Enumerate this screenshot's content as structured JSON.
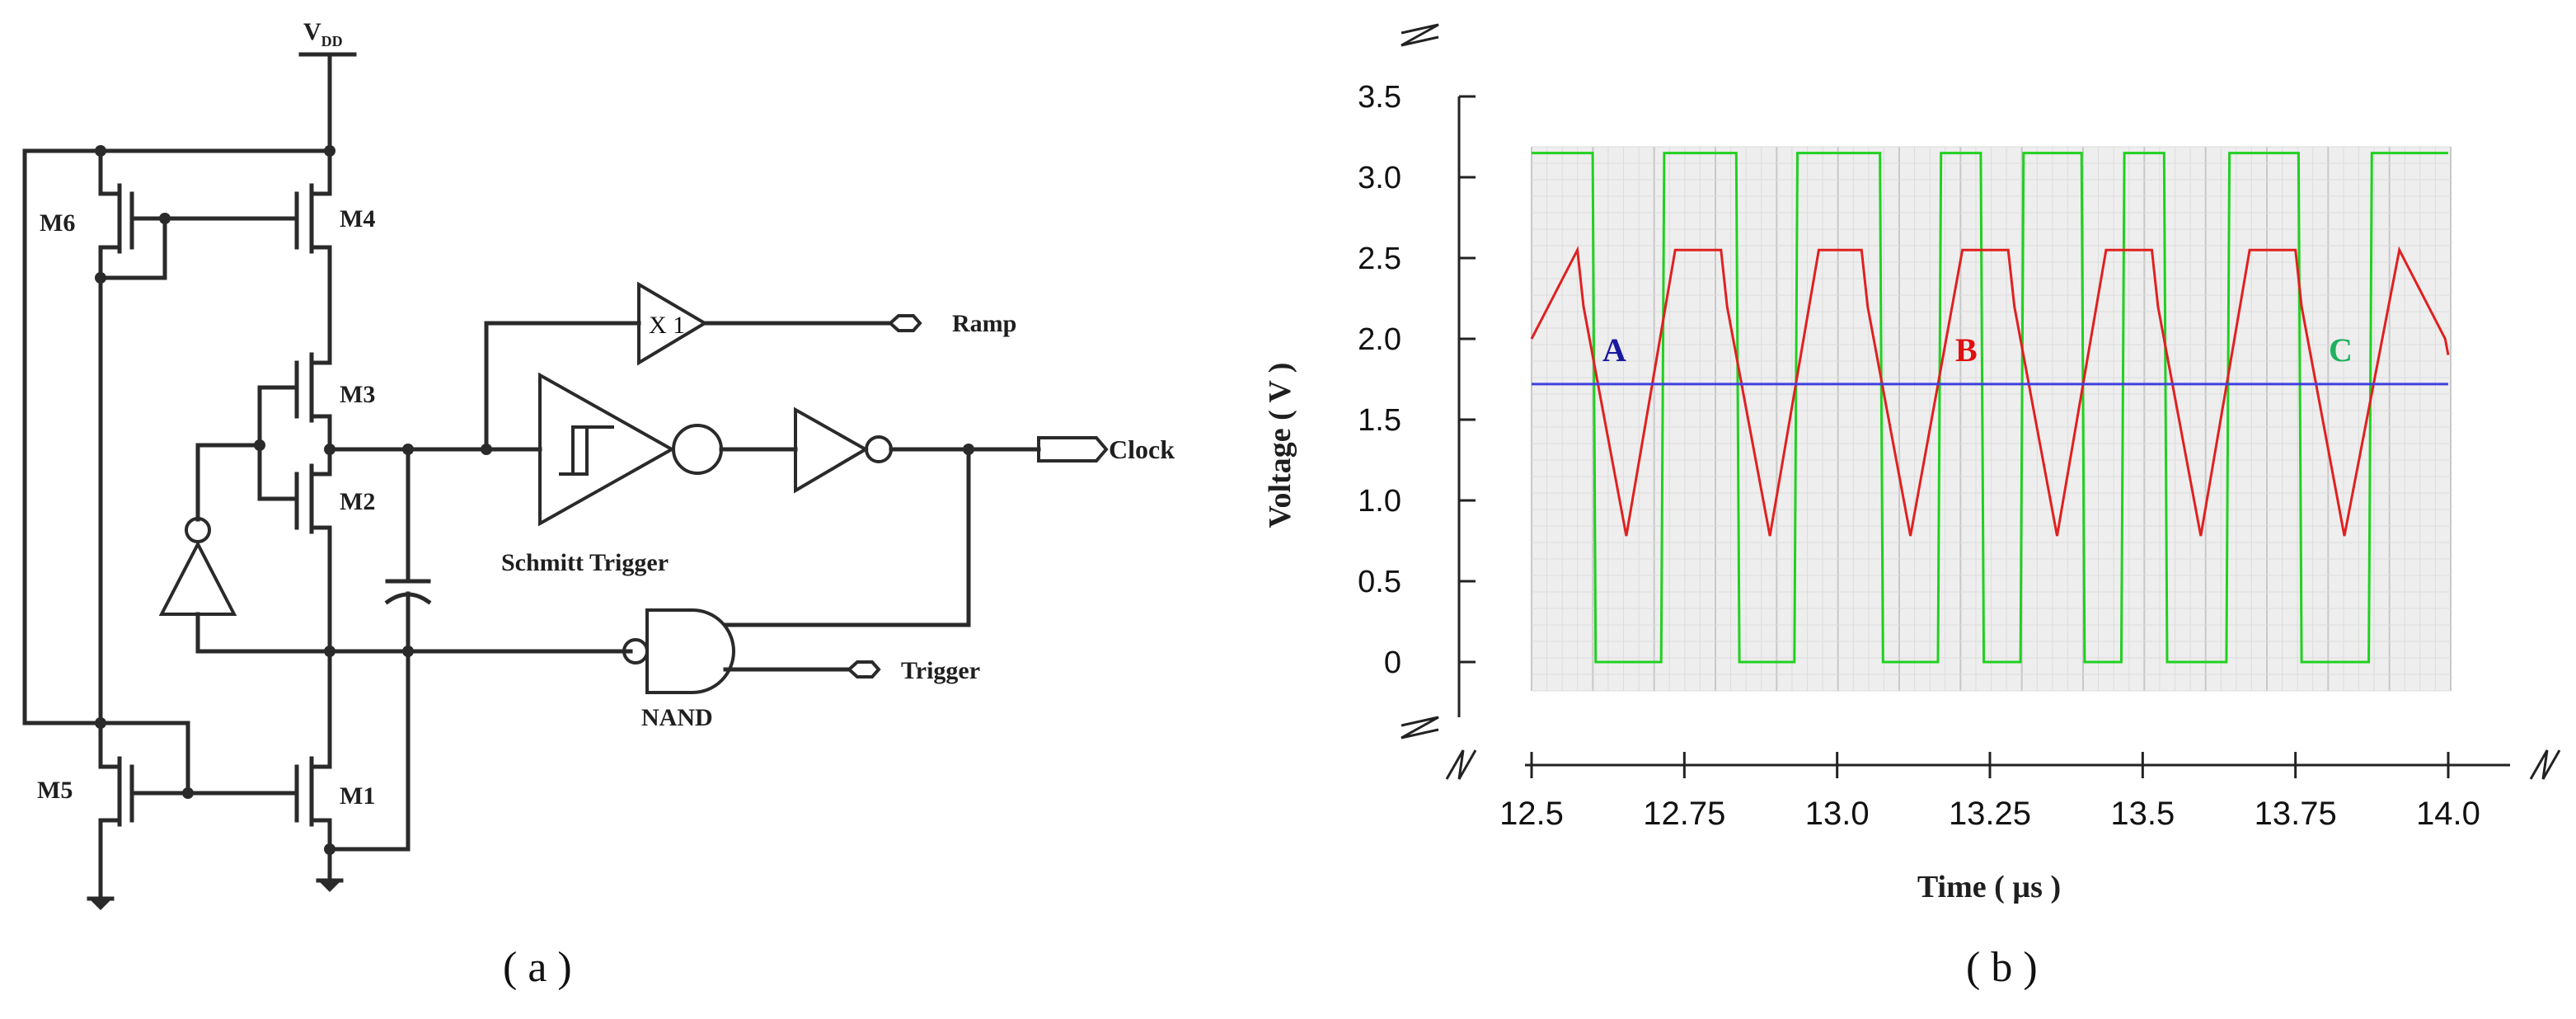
{
  "circuit": {
    "vdd_label": "V",
    "vdd_sub": "DD",
    "transistors": [
      "M6",
      "M4",
      "M3",
      "M2",
      "M5",
      "M1"
    ],
    "ramp_label": "Ramp",
    "clock_label": "Clock",
    "trigger_label": "Trigger",
    "schmitt_label": "Schmitt Trigger",
    "nand_label": "NAND",
    "buffer_symbol": "X 1",
    "caption": "( a )"
  },
  "plot": {
    "caption": "( b )",
    "marker_labels": [
      "A",
      "B",
      "C"
    ],
    "marker_colors": [
      "#1a1aa0",
      "#e01010",
      "#20b060"
    ]
  },
  "chart_data": {
    "type": "line",
    "xlabel": "Time ( µs )",
    "ylabel": "Voltage ( V )",
    "xlim": [
      12.5,
      14.0
    ],
    "ylim": [
      0,
      3.5
    ],
    "x_ticks": [
      "12.5",
      "12.75",
      "13.0",
      "13.25",
      "13.5",
      "13.75",
      "14.0"
    ],
    "x_tick_values": [
      12.5,
      12.75,
      13.0,
      13.25,
      13.5,
      13.75,
      14.0
    ],
    "y_ticks": [
      "0",
      "0.5",
      "1.0",
      "1.5",
      "2.0",
      "2.5",
      "3.0",
      "3.5"
    ],
    "y_tick_values": [
      0,
      0.5,
      1.0,
      1.5,
      2.0,
      2.5,
      3.0,
      3.5
    ],
    "grid": true,
    "axis_breaks": true,
    "series": [
      {
        "color": "#20d020",
        "x": [
          12.5,
          12.6,
          12.605,
          12.712,
          12.717,
          12.75,
          12.76,
          12.765,
          12.835,
          12.84,
          12.93,
          12.935,
          13.0,
          13.07,
          13.075,
          13.165,
          13.17,
          13.235,
          13.24,
          13.3,
          13.305,
          13.4,
          13.405,
          13.465,
          13.47,
          13.535,
          13.54,
          13.637,
          13.642,
          13.7,
          13.71,
          13.755,
          13.76,
          13.87,
          13.875,
          14.0
        ],
        "y": [
          3.15,
          3.15,
          0,
          0,
          3.15,
          3.15,
          3.15,
          3.15,
          3.15,
          0,
          0,
          3.15,
          3.15,
          3.15,
          0,
          0,
          3.15,
          3.15,
          0,
          0,
          3.15,
          3.15,
          0,
          0,
          3.15,
          3.15,
          0,
          0,
          3.15,
          3.15,
          3.15,
          3.15,
          0,
          0,
          3.15,
          3.15
        ]
      },
      {
        "color": "#e02020",
        "x": [
          12.5,
          12.575,
          12.585,
          12.655,
          12.735,
          12.81,
          12.82,
          12.89,
          12.97,
          13.04,
          13.05,
          13.12,
          13.205,
          13.28,
          13.29,
          13.36,
          13.44,
          13.515,
          13.525,
          13.595,
          13.675,
          13.75,
          13.76,
          13.83,
          13.92,
          13.995,
          14.0
        ],
        "y": [
          2.0,
          2.55,
          2.2,
          0.78,
          2.55,
          2.55,
          2.2,
          0.78,
          2.55,
          2.55,
          2.2,
          0.78,
          2.55,
          2.55,
          2.2,
          0.78,
          2.55,
          2.55,
          2.2,
          0.78,
          2.55,
          2.55,
          2.2,
          0.78,
          2.55,
          2.0,
          1.9
        ]
      },
      {
        "color": "#4040e0",
        "x": [
          12.5,
          14.0
        ],
        "y": [
          1.72,
          1.72
        ]
      }
    ]
  }
}
